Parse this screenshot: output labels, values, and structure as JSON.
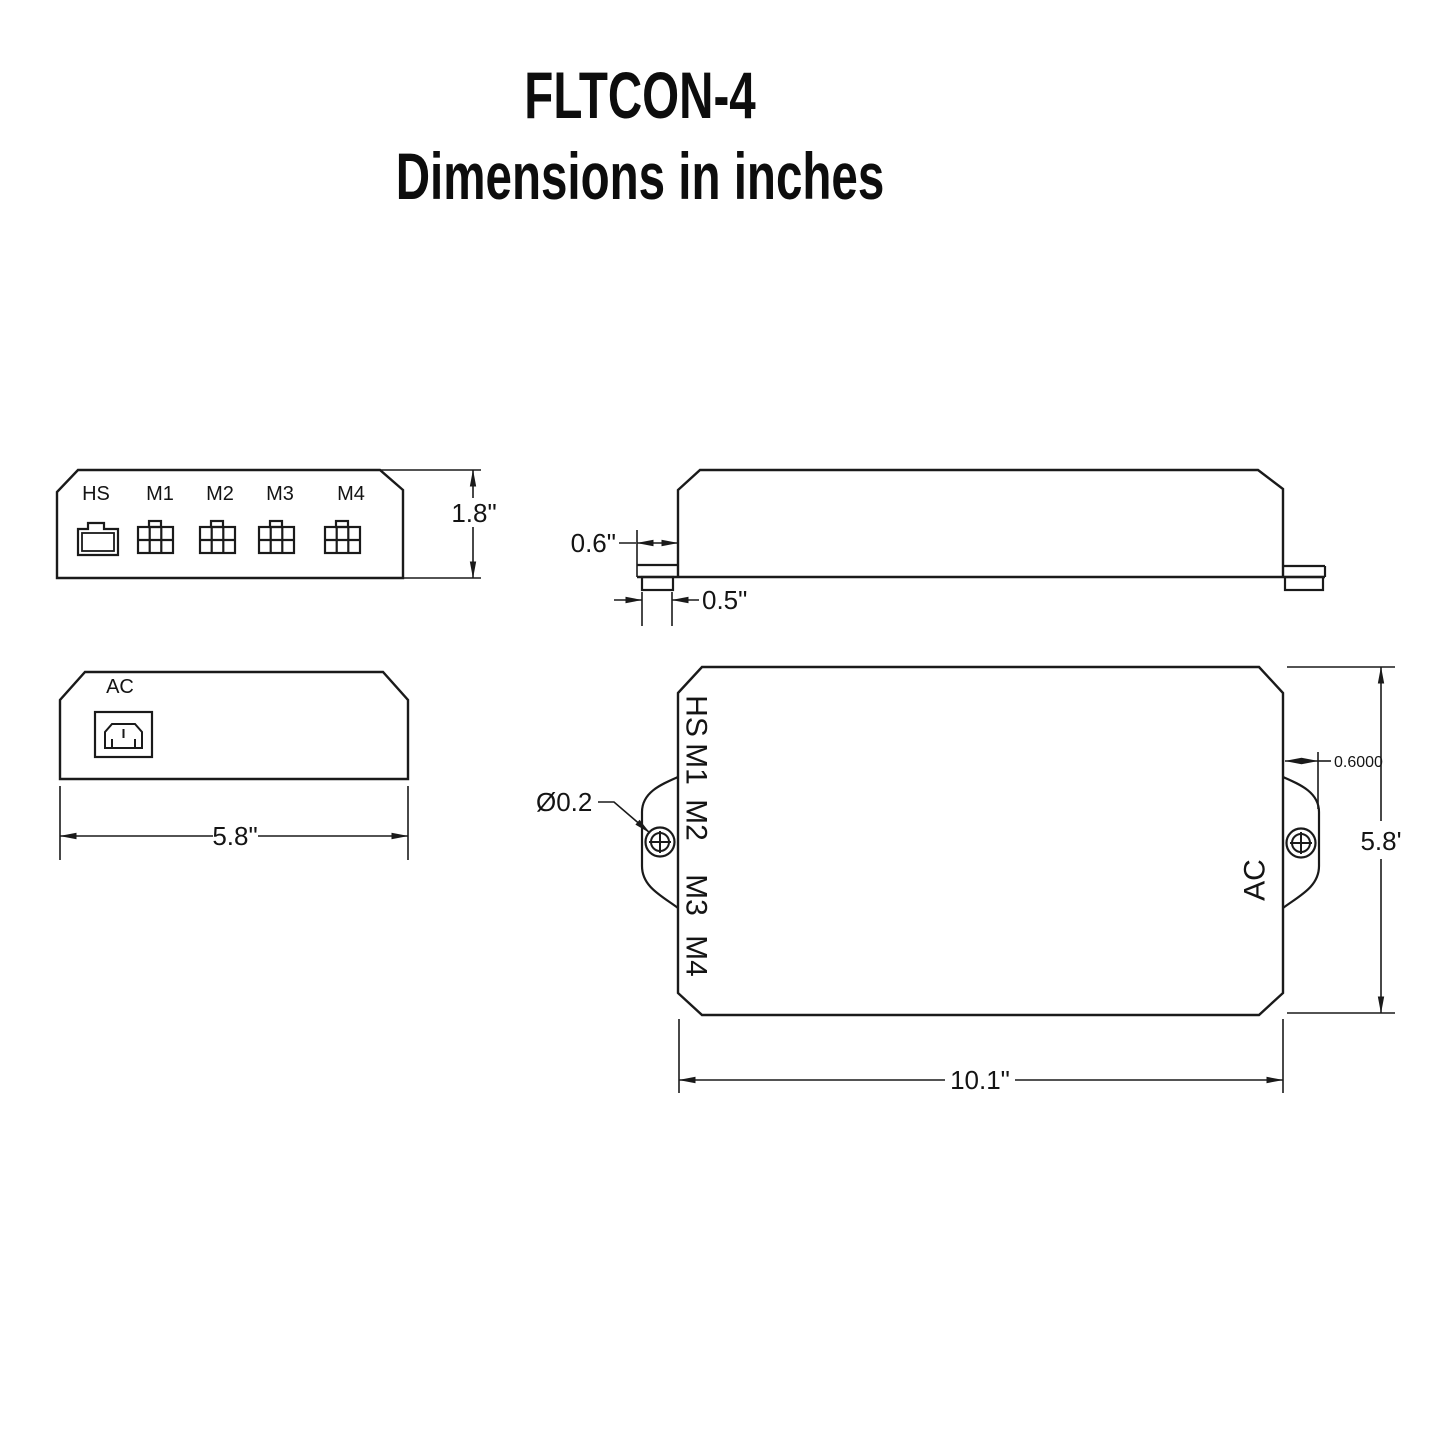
{
  "title": {
    "line1": "FLTCON-4",
    "line2": "Dimensions in inches"
  },
  "colors": {
    "ink": "#1a1a1a",
    "background": "#ffffff"
  },
  "front_view": {
    "port_labels": [
      "HS",
      "M1",
      "M2",
      "M3",
      "M4"
    ],
    "height_dim": "1.8\""
  },
  "rear_view": {
    "ac_label": "AC",
    "width_dim": "5.8\""
  },
  "side_view": {
    "flange_offset_dim": "0.6\"",
    "foot_width_dim": "0.5\""
  },
  "top_view": {
    "port_labels": [
      "HS",
      "M1",
      "M2",
      "M3",
      "M4"
    ],
    "ac_label": "AC",
    "hole_dim": "Ø0.2",
    "hole_offset_dim": "0.6000",
    "height_dim": "5.8'",
    "width_dim": "10.1\""
  }
}
